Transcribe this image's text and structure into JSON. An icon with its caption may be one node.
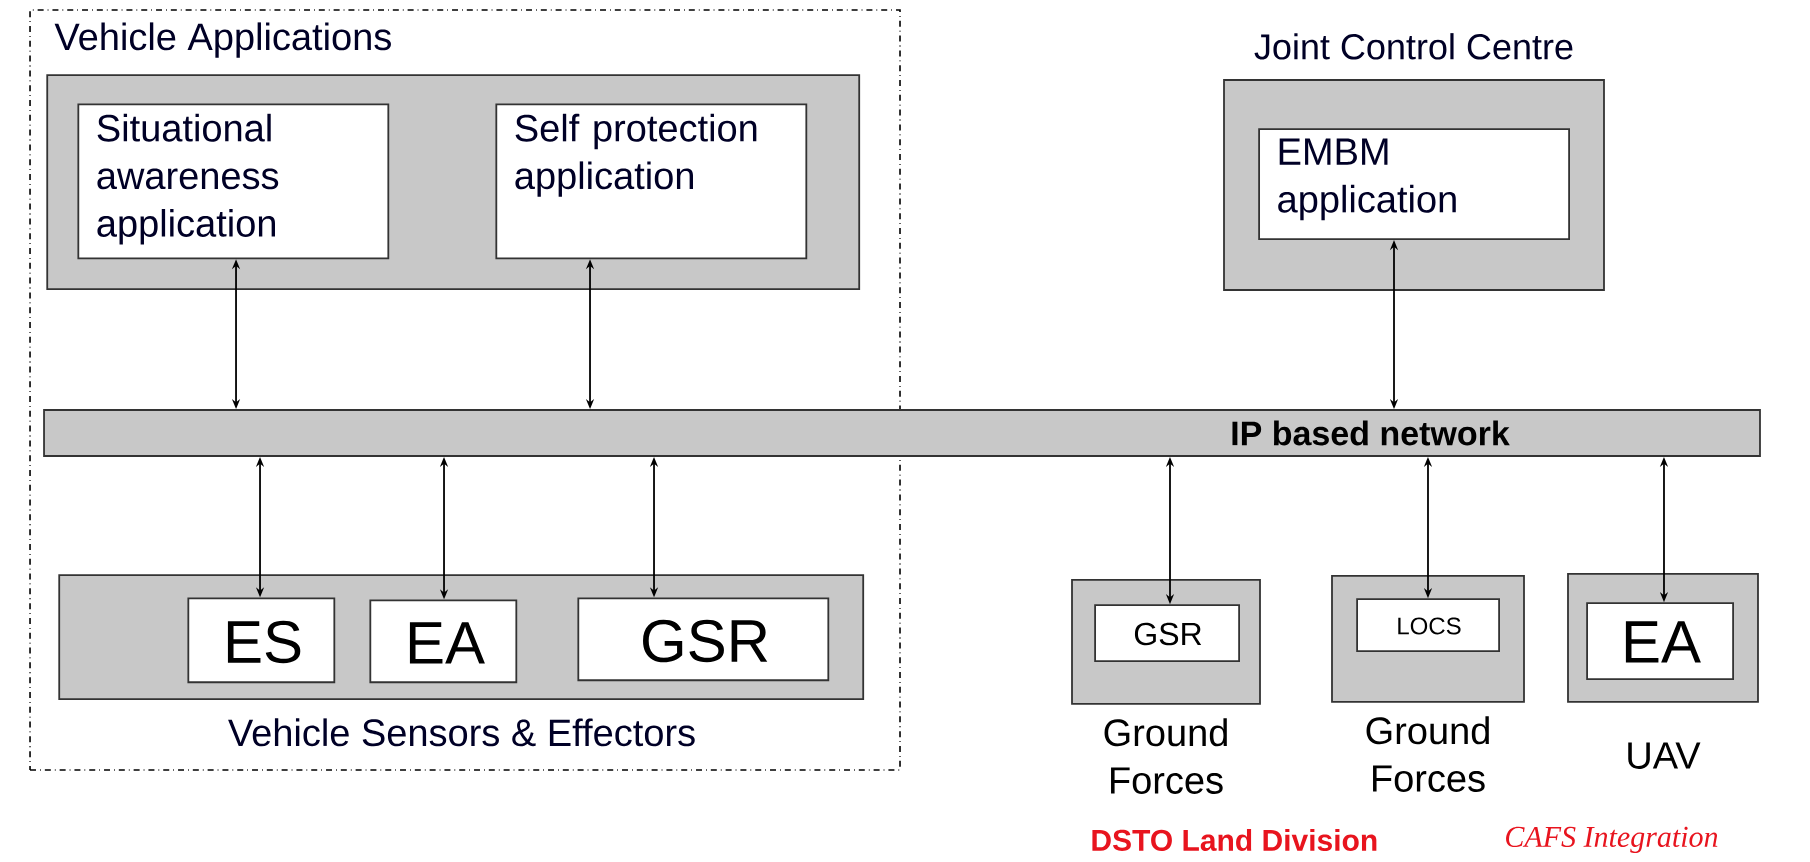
{
  "diagram": {
    "nodes": [
      {
        "text": [
          "Vehicle Applications"
        ]
      },
      {
        "text": [],
        "shape": "box",
        "in": 0
      },
      {
        "text": [
          "Situational awareness application"
        ],
        "in": 1
      },
      {
        "text": [
          "Self protection application"
        ],
        "in": 1
      },
      {
        "text": [
          "Joint Control Centre"
        ]
      },
      {
        "text": [
          "EMBM application"
        ],
        "in": 4
      },
      {
        "text": [
          "IP based network"
        ]
      },
      {
        "text": [
          "Vehicle Sensors & Effectors"
        ],
        "in": 0
      },
      {
        "text": [
          "ES"
        ],
        "in": 7
      },
      {
        "text": [
          "EA"
        ],
        "in": 7
      },
      {
        "text": [
          "GSR"
        ],
        "in": 7
      },
      {
        "text": [
          "Ground Forces"
        ]
      },
      {
        "text": [
          "GSR"
        ],
        "in": 11
      },
      {
        "text": [
          "Ground Forces"
        ]
      },
      {
        "text": [
          "LOCS"
        ],
        "in": 13
      },
      {
        "text": [
          "UAV"
        ]
      },
      {
        "text": [
          "EA"
        ],
        "in": 15
      }
    ],
    "edges": [
      {
        "from": 2,
        "to": 6,
        "arrow": "both"
      },
      {
        "from": 3,
        "to": 6,
        "arrow": "both"
      },
      {
        "from": 5,
        "to": 6,
        "arrow": "both"
      },
      {
        "from": 6,
        "to": 8,
        "arrow": "both"
      },
      {
        "from": 6,
        "to": 9,
        "arrow": "both"
      },
      {
        "from": 6,
        "to": 10,
        "arrow": "both"
      },
      {
        "from": 6,
        "to": 12,
        "arrow": "both"
      },
      {
        "from": 6,
        "to": 14,
        "arrow": "both"
      },
      {
        "from": 6,
        "to": 16,
        "arrow": "both"
      }
    ],
    "labels": [
      "DSTO Land Division",
      "CAFS Integration"
    ]
  }
}
